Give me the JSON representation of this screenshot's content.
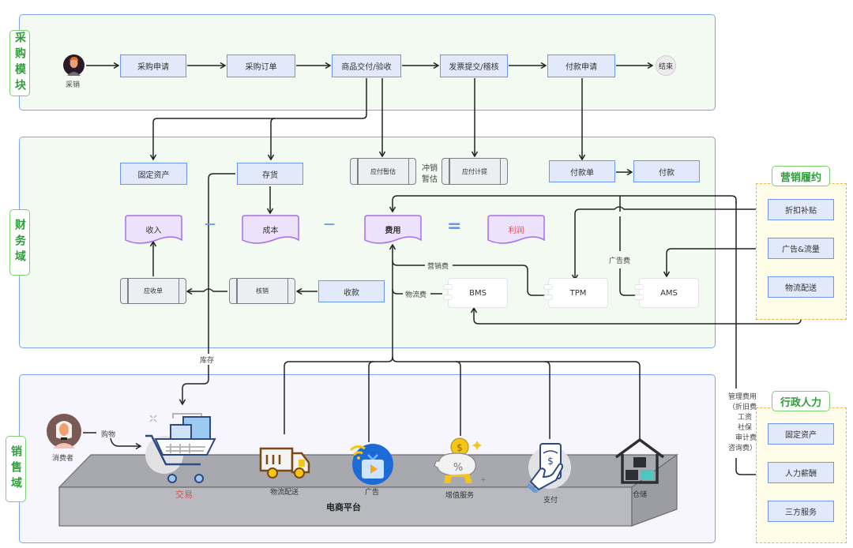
{
  "lanes": {
    "procurement": {
      "label": "采购模块"
    },
    "finance": {
      "label": "财务域"
    },
    "sales": {
      "label": "销售域"
    }
  },
  "procurement": {
    "actor": "采销",
    "steps": [
      "采购申请",
      "采购订单",
      "商品交付/验收",
      "发票提交/稽核",
      "付款申请"
    ],
    "end": "结束"
  },
  "finance": {
    "fixed_assets": "固定资产",
    "inventory": "存货",
    "payable_estimate": "应付暂估",
    "offset_label_1": "冲销",
    "offset_label_2": "暂估",
    "payable_accrual": "应付计提",
    "payment_order": "付款单",
    "payment": "付款",
    "income": "收入",
    "cost": "成本",
    "expense": "费用",
    "profit": "利润",
    "operators": {
      "minus1": "—",
      "minus2": "—",
      "equals": "="
    },
    "receivable": "应收单",
    "write_off": "核销",
    "collection": "收款",
    "marketing_fee": "营销费",
    "logistics_fee": "物流费",
    "ad_fee": "广告费",
    "systems": [
      "BMS",
      "TPM",
      "AMS"
    ],
    "stock_label": "库存"
  },
  "marketing": {
    "title": "营销履约",
    "items": [
      "折扣补贴",
      "广告&流量",
      "物流配送"
    ]
  },
  "admin": {
    "title": "行政人力",
    "mgmt_fee_lines": [
      "管理费用",
      "（折旧费",
      "工资",
      "社保",
      "审计费",
      "咨询费）"
    ],
    "items": [
      "固定资产",
      "人力薪酬",
      "三方服务"
    ]
  },
  "sales": {
    "consumer": "消费者",
    "shopping": "购物",
    "platform": "电商平台",
    "services": [
      {
        "label": "交易",
        "icon": "shopping-cart-icon",
        "color": "#e84a4a"
      },
      {
        "label": "物流配送",
        "icon": "delivery-truck-icon",
        "color": "#333333"
      },
      {
        "label": "广告",
        "icon": "tv-ad-icon",
        "color": "#333333"
      },
      {
        "label": "增值服务",
        "icon": "piggy-bank-icon",
        "color": "#333333"
      },
      {
        "label": "支付",
        "icon": "mobile-pay-icon",
        "color": "#333333"
      },
      {
        "label": "仓储",
        "icon": "warehouse-icon",
        "color": "#333333"
      }
    ]
  },
  "colors": {
    "lane_border": "#7ea6f0",
    "lane_label": "#2e9e3b",
    "box_fill": "#e1e9fb",
    "doc_fill": "#ece2fb",
    "doc_border": "#a76cf0",
    "profit_text": "#e84a4a"
  }
}
